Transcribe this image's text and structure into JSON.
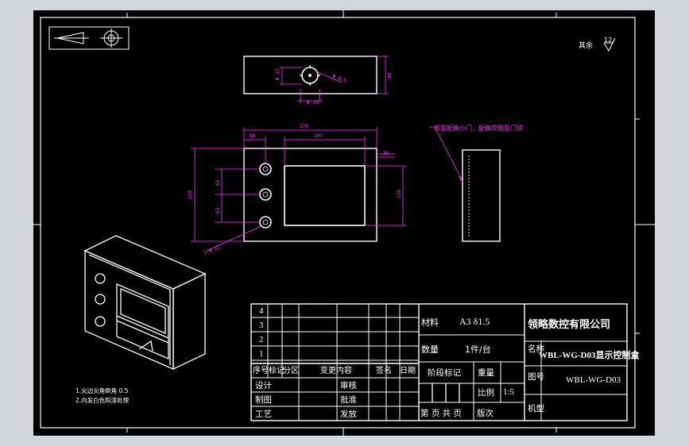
{
  "colors": {
    "background": "#d4d6dc",
    "sheet": "#000000",
    "line": "#ffffff",
    "dimension": "#ff33ff"
  },
  "corner": {
    "label": "其余",
    "roughness": "12",
    "symbol": "projection-symbol-icon"
  },
  "notes": {
    "note1": "1.尖边尖角倒角 0.5",
    "note2": "2.内发白色阳漆处理"
  },
  "annotation": {
    "back_note": "背面配做小门，配做铰链及门锁"
  },
  "dimensions": {
    "top_d1": "Φ 22",
    "top_d2": "Φ 8.5",
    "top_d3": "Φ 34",
    "top_d4": "88",
    "front_w": "270",
    "front_offset": "50",
    "front_window_w": "197",
    "front_right": "30",
    "front_h": "220",
    "front_window_h": "110",
    "front_pitch1": "63",
    "front_pitch2": "63",
    "front_hole": "3-Φ 22"
  },
  "revisions": {
    "rows": [
      "4",
      "3",
      "2",
      "1"
    ],
    "headers": [
      "序号",
      "标记",
      "分区",
      "变更内容",
      "签名",
      "日期"
    ]
  },
  "signoff": {
    "design": "设计",
    "draw": "制图",
    "process": "工艺",
    "review": "审核",
    "approve": "批准",
    "issue": "发放"
  },
  "spec": {
    "material_label": "材料",
    "material_value": "A3 δ1.5",
    "qty_label": "数量",
    "qty_value": "1件/台",
    "stage_label": "阶段标记",
    "weight_label": "重量",
    "scale_label": "比例",
    "scale_value": "1:5",
    "pages": "第 页 共 页",
    "version": "版次"
  },
  "company": "领略数控有限公司",
  "part": {
    "name_label": "名称",
    "name_value": "WBL-WG-D03显示控制盒",
    "drawing_label": "图号",
    "drawing_value": "WBL-WG-D03",
    "model_label": "机型"
  }
}
